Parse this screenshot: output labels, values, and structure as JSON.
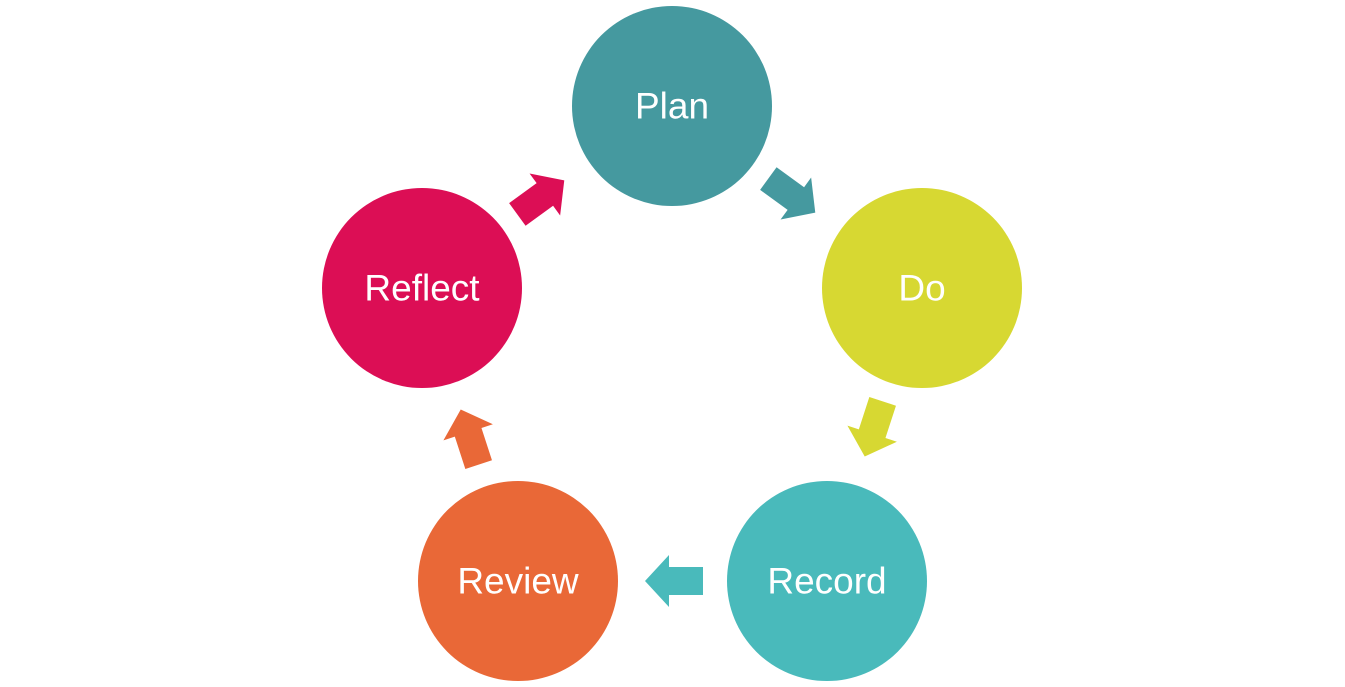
{
  "diagram": {
    "type": "cycle",
    "nodes": [
      {
        "id": "plan",
        "label": "Plan",
        "color": "#45999f"
      },
      {
        "id": "do",
        "label": "Do",
        "color": "#d7d832"
      },
      {
        "id": "record",
        "label": "Record",
        "color": "#49babb"
      },
      {
        "id": "review",
        "label": "Review",
        "color": "#e96837"
      },
      {
        "id": "reflect",
        "label": "Reflect",
        "color": "#dc0e55"
      }
    ],
    "arrows": [
      {
        "from": "plan",
        "to": "do",
        "color": "#45999f"
      },
      {
        "from": "do",
        "to": "record",
        "color": "#d7d832"
      },
      {
        "from": "record",
        "to": "review",
        "color": "#49babb"
      },
      {
        "from": "review",
        "to": "reflect",
        "color": "#e96837"
      },
      {
        "from": "reflect",
        "to": "plan",
        "color": "#dc0e55"
      }
    ]
  }
}
